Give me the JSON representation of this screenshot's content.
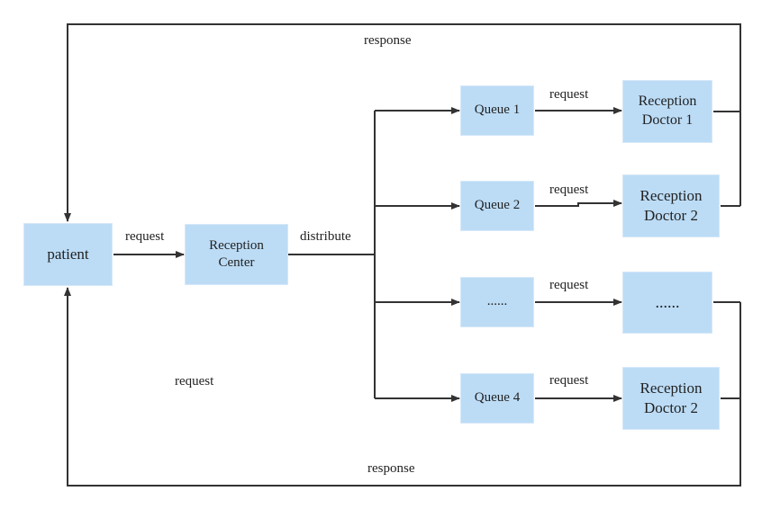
{
  "nodes": {
    "patient": "patient",
    "reception_center": "Reception Center",
    "queue_1": "Queue 1",
    "queue_2": "Queue 2",
    "queue_3": "......",
    "queue_4": "Queue 4",
    "doctor_1": "Reception Doctor 1",
    "doctor_2": "Reception Doctor 2",
    "doctor_3": "......",
    "doctor_4": "Reception Doctor 2"
  },
  "edge_labels": {
    "patient_to_center": "request",
    "center_distribute": "distribute",
    "q1_to_d1": "request",
    "q2_to_d2": "request",
    "q3_to_d3": "request",
    "q4_to_d4": "request",
    "top_response": "response",
    "bottom_response": "response",
    "bottom_request": "request"
  },
  "colors": {
    "node_fill": "#bcdcf6",
    "line": "#333333"
  }
}
